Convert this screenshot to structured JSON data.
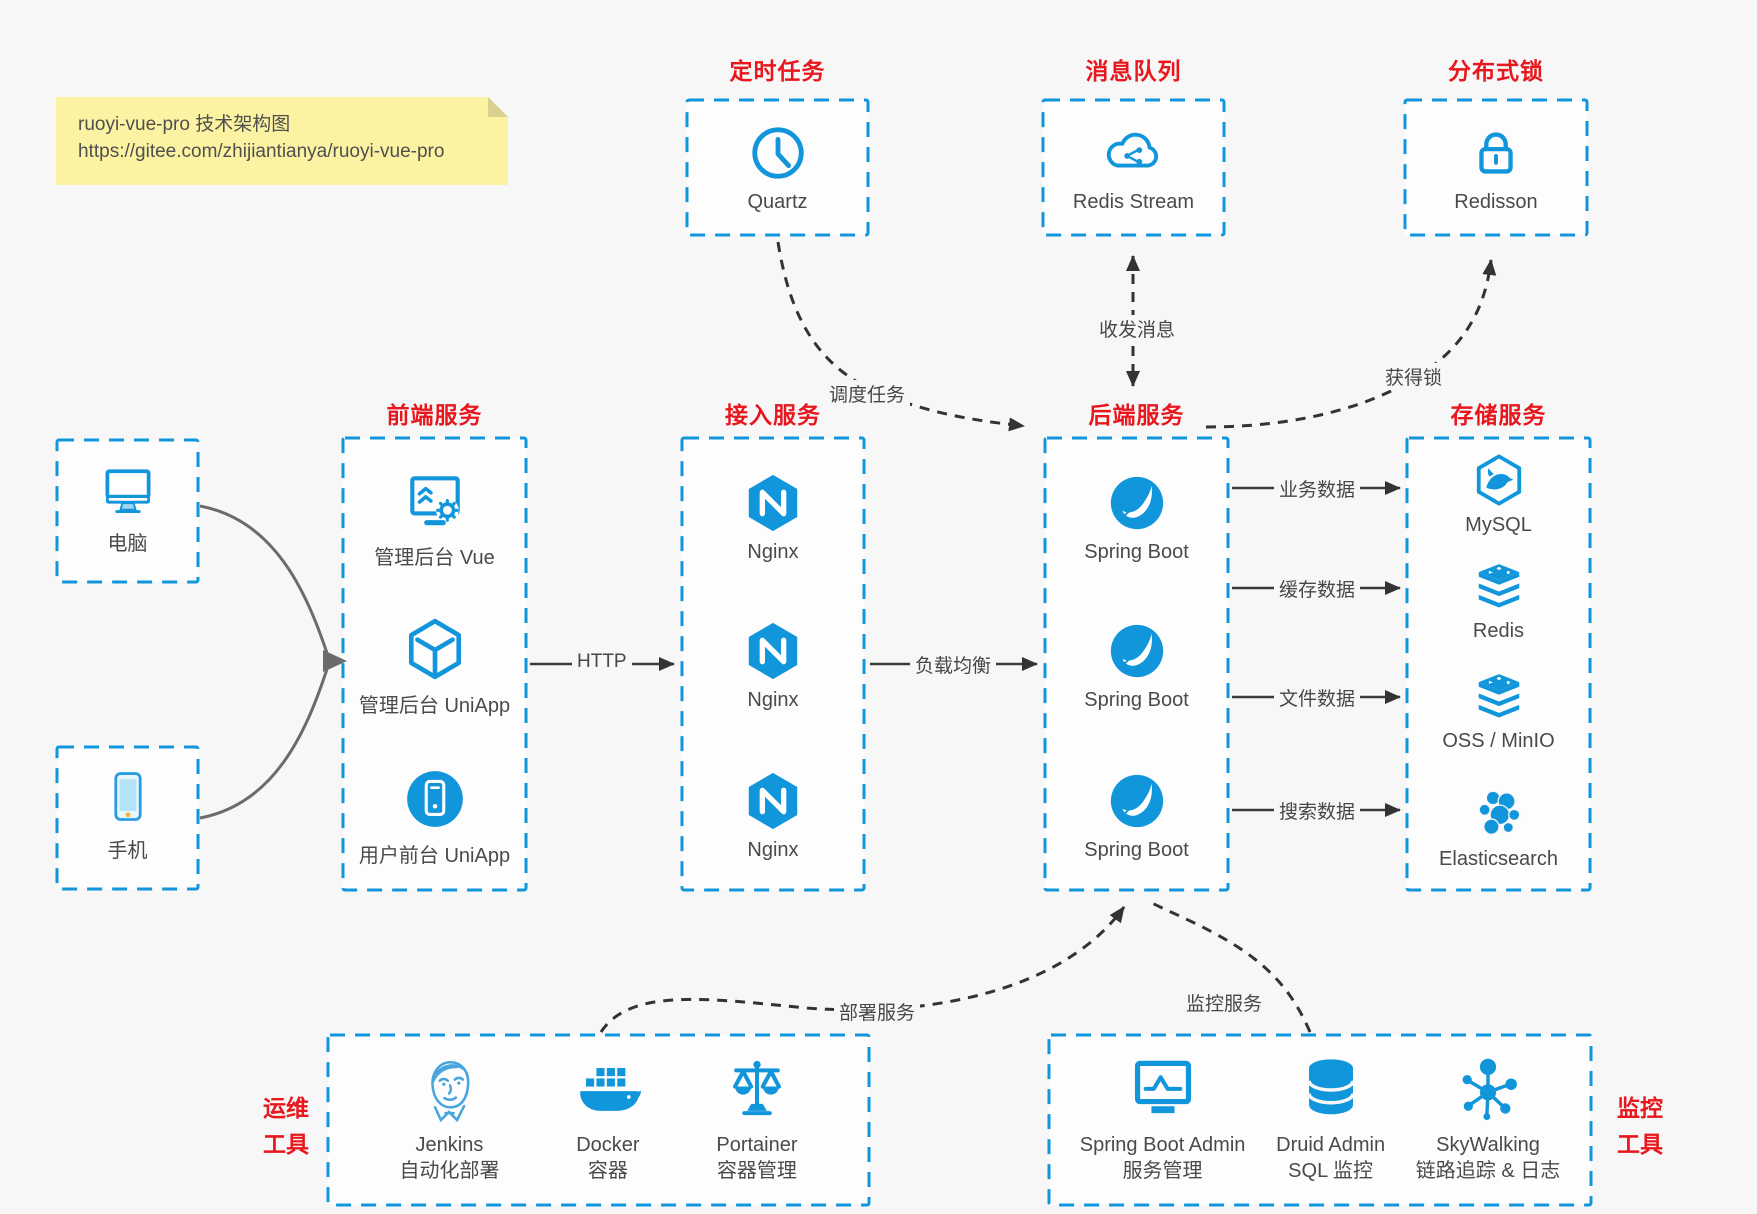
{
  "colors": {
    "accent": "#1296db",
    "title_red": "#e8171d",
    "note_bg": "#fbf3a2",
    "background": "#f7f7f8",
    "line_dark": "#3b3b3b",
    "client_arrow_gray": "#6b6b6b"
  },
  "note": {
    "line1": "ruoyi-vue-pro 技术架构图",
    "line2": "https://gitee.com/zhijiantianya/ruoyi-vue-pro"
  },
  "top": [
    {
      "title": "定时任务",
      "item": {
        "label": "Quartz",
        "icon": "clock-icon"
      }
    },
    {
      "title": "消息队列",
      "item": {
        "label": "Redis Stream",
        "icon": "cloud-share-icon"
      }
    },
    {
      "title": "分布式锁",
      "item": {
        "label": "Redisson",
        "icon": "lock-icon"
      }
    }
  ],
  "clients": [
    {
      "label": "电脑",
      "icon": "desktop-icon"
    },
    {
      "label": "手机",
      "icon": "mobile-icon"
    }
  ],
  "columns": [
    {
      "title": "前端服务",
      "items": [
        {
          "label": "管理后台 Vue",
          "icon": "vue-admin-icon"
        },
        {
          "label": "管理后台 UniApp",
          "icon": "uniapp-cube-icon"
        },
        {
          "label": "用户前台 UniApp",
          "icon": "uniapp-user-icon"
        }
      ]
    },
    {
      "title": "接入服务",
      "items": [
        {
          "label": "Nginx",
          "icon": "nginx-icon"
        },
        {
          "label": "Nginx",
          "icon": "nginx-icon"
        },
        {
          "label": "Nginx",
          "icon": "nginx-icon"
        }
      ]
    },
    {
      "title": "后端服务",
      "items": [
        {
          "label": "Spring Boot",
          "icon": "spring-boot-icon"
        },
        {
          "label": "Spring Boot",
          "icon": "spring-boot-icon"
        },
        {
          "label": "Spring Boot",
          "icon": "spring-boot-icon"
        }
      ]
    },
    {
      "title": "存储服务",
      "items": [
        {
          "label": "MySQL",
          "icon": "mysql-icon"
        },
        {
          "label": "Redis",
          "icon": "redis-stack-icon"
        },
        {
          "label": "OSS / MinIO",
          "icon": "oss-stack-icon"
        },
        {
          "label": "Elasticsearch",
          "icon": "elasticsearch-icon"
        }
      ]
    }
  ],
  "bottom": [
    {
      "side_line1": "运维",
      "side_line2": "工具",
      "items": [
        {
          "line1": "Jenkins",
          "line2": "自动化部署",
          "icon": "jenkins-icon"
        },
        {
          "line1": "Docker",
          "line2": "容器",
          "icon": "docker-icon"
        },
        {
          "line1": "Portainer",
          "line2": "容器管理",
          "icon": "portainer-icon"
        }
      ]
    },
    {
      "side_line1": "监控",
      "side_line2": "工具",
      "items": [
        {
          "line1": "Spring Boot Admin",
          "line2": "服务管理",
          "icon": "spring-boot-admin-icon"
        },
        {
          "line1": "Druid Admin",
          "line2": "SQL 监控",
          "icon": "druid-icon"
        },
        {
          "line1": "SkyWalking",
          "line2": "链路追踪 & 日志",
          "icon": "skywalking-icon"
        }
      ]
    }
  ],
  "edges": {
    "http": "HTTP",
    "load_balance": "负载均衡",
    "biz_data": "业务数据",
    "cache_data": "缓存数据",
    "file_data": "文件数据",
    "search_data": "搜索数据",
    "schedule": "调度任务",
    "message": "收发消息",
    "acquire_lock": "获得锁",
    "deploy": "部署服务",
    "monitor": "监控服务"
  }
}
